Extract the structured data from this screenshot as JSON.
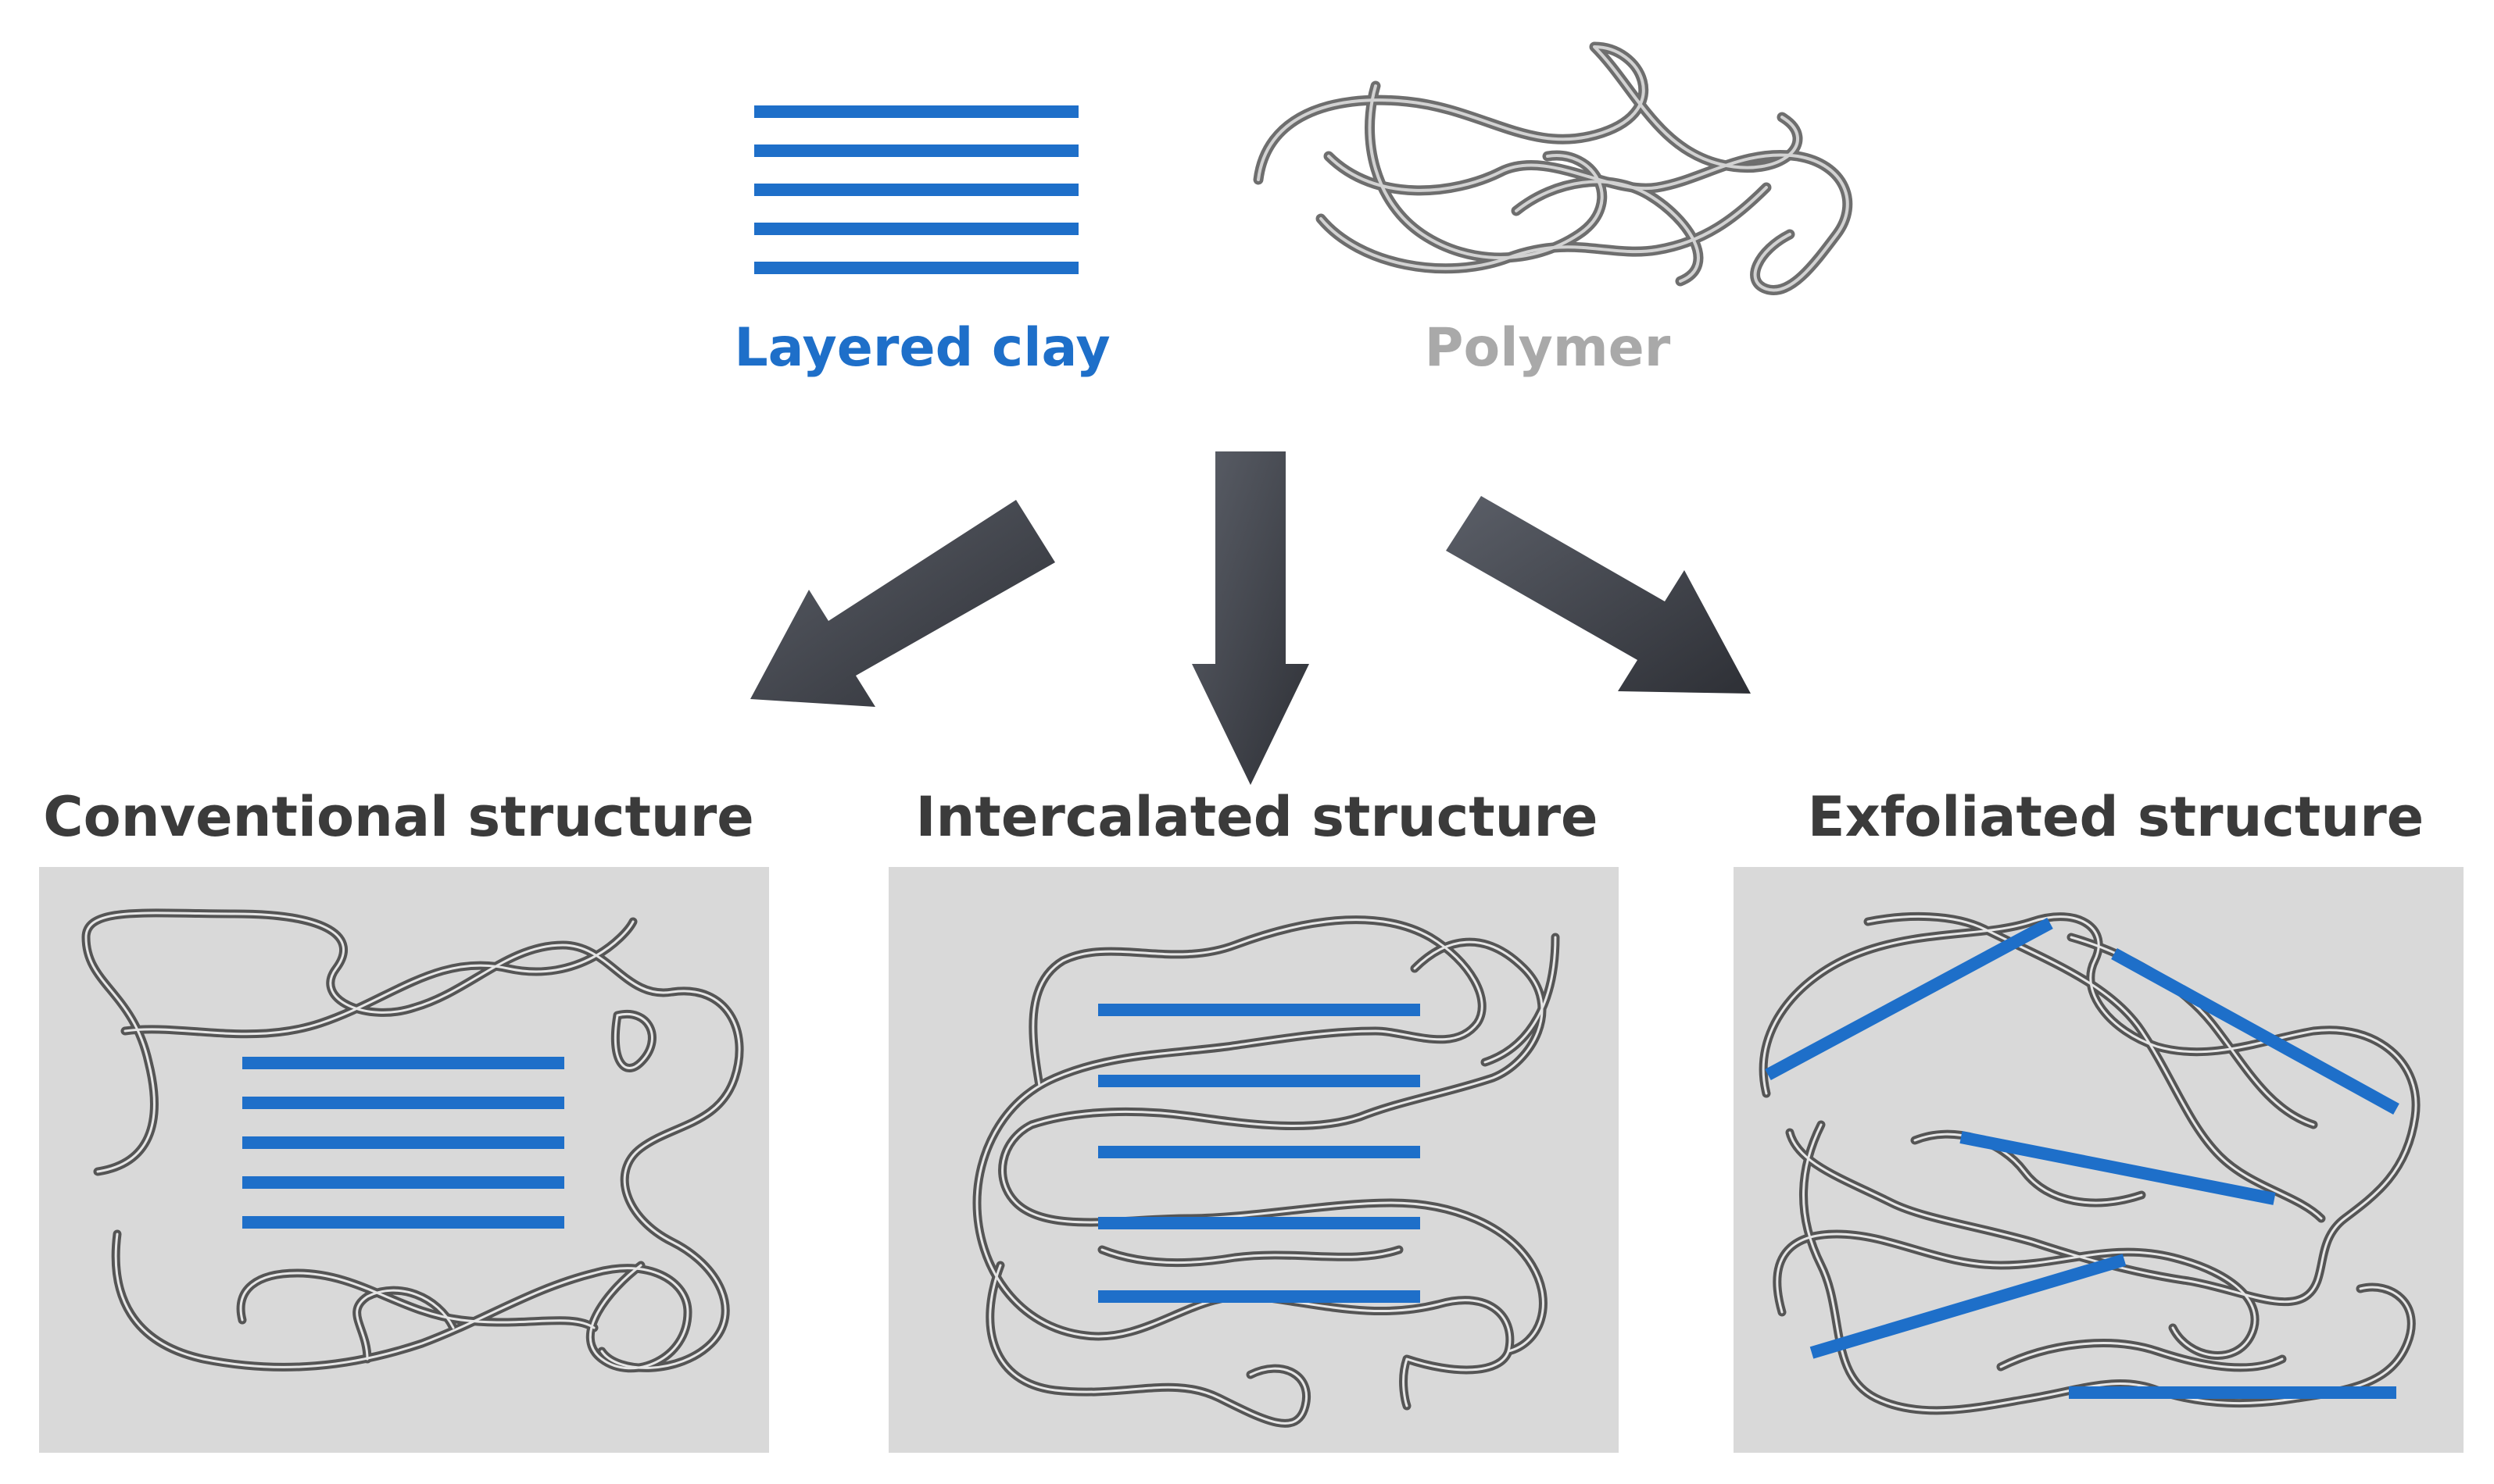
{
  "inputs": {
    "clay_label": "Layered clay",
    "polymer_label": "Polymer"
  },
  "structures": [
    {
      "title": "Conventional structure"
    },
    {
      "title": "Intercalated structure"
    },
    {
      "title": "Exfoliated structure"
    }
  ],
  "colors": {
    "clay": "#1e6fc9",
    "polymer": "#777777",
    "polymer_light": "#aaaaaa",
    "arrow": "#3d4047",
    "panel": "#d9d9d9",
    "title": "#3b3b3b"
  }
}
